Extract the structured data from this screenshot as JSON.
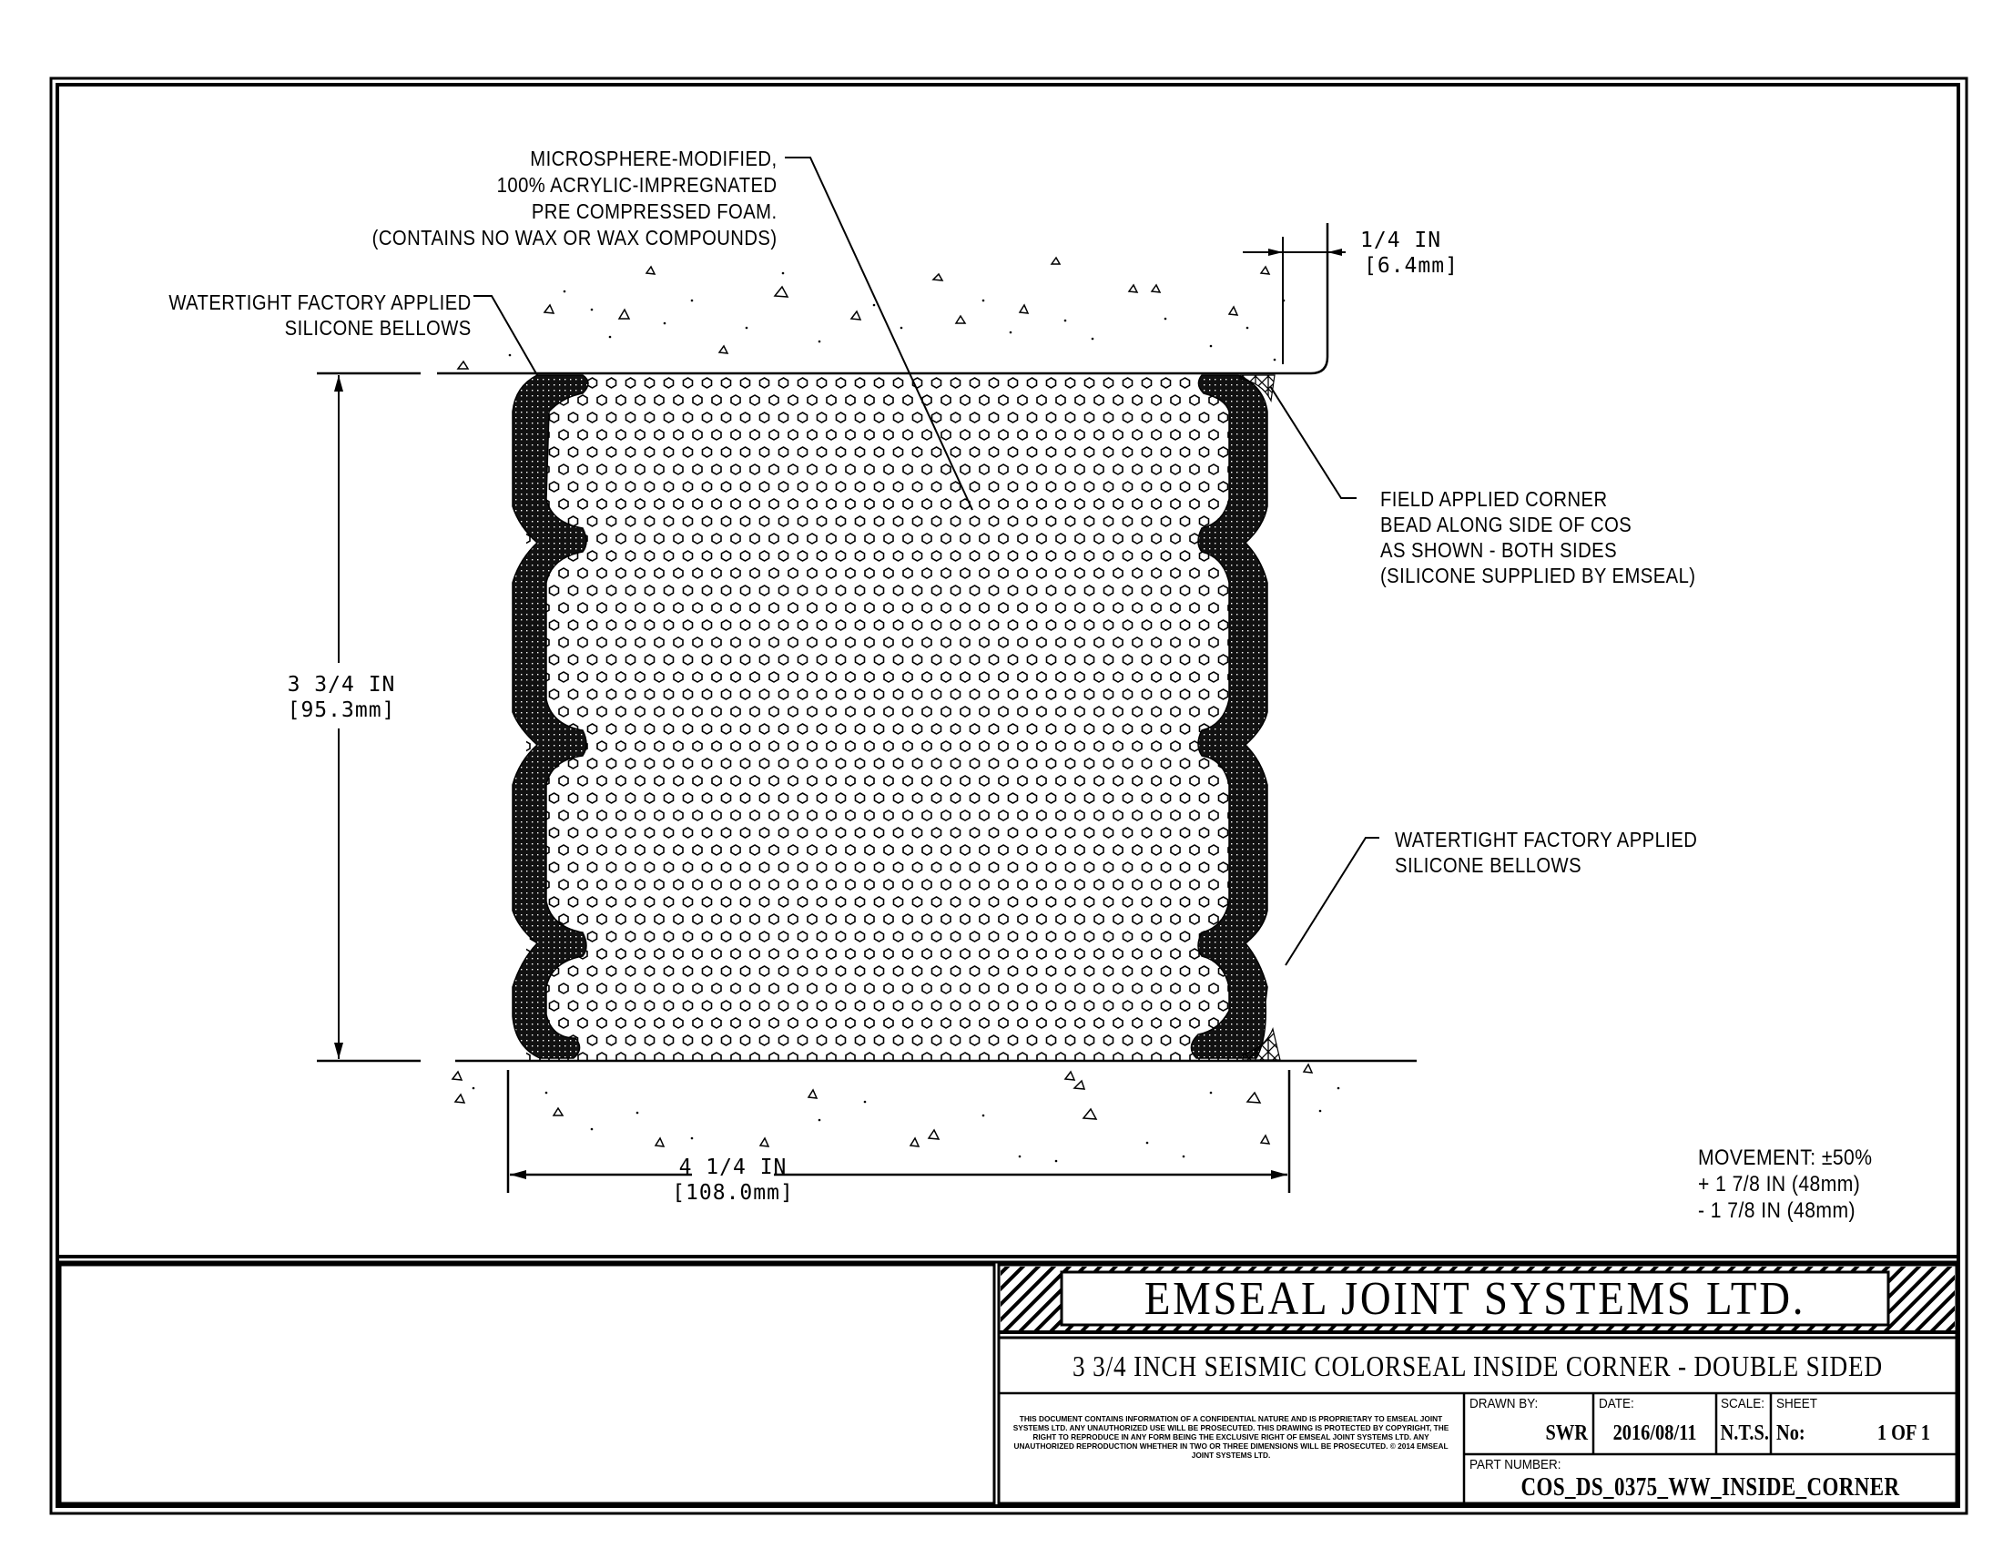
{
  "drawing": {
    "callouts": {
      "foam": [
        "MICROSPHERE-MODIFIED,",
        "100% ACRYLIC-IMPREGNATED",
        "PRE COMPRESSED FOAM.",
        "(CONTAINS NO WAX OR WAX COMPOUNDS)"
      ],
      "bellows_top_left": [
        "WATERTIGHT FACTORY APPLIED",
        "SILICONE BELLOWS"
      ],
      "corner_bead": [
        "FIELD APPLIED CORNER",
        "BEAD ALONG SIDE OF COS",
        "AS SHOWN - BOTH SIDES",
        "(SILICONE SUPPLIED BY EMSEAL)"
      ],
      "bellows_right": [
        "WATERTIGHT FACTORY APPLIED",
        "SILICONE BELLOWS"
      ]
    },
    "dimensions": {
      "height": {
        "imperial": "3 3/4 IN",
        "metric": "[95.3mm]"
      },
      "width": {
        "imperial": "4 1/4 IN",
        "metric": "[108.0mm]"
      },
      "bead": {
        "imperial": "1/4 IN",
        "metric": "[6.4mm]"
      }
    },
    "movement": {
      "title": "MOVEMENT: ±50%",
      "plus": "+ 1 7/8 IN (48mm)",
      "minus": "- 1 7/8 IN (48mm)"
    }
  },
  "title_block": {
    "company": "EMSEAL JOINT SYSTEMS LTD.",
    "title": "3 3/4 INCH SEISMIC COLORSEAL INSIDE CORNER - DOUBLE SIDED",
    "disclaimer": "THIS DOCUMENT CONTAINS INFORMATION OF A CONFIDENTIAL NATURE AND IS PROPRIETARY TO EMSEAL JOINT SYSTEMS LTD. ANY UNAUTHORIZED USE WILL BE PROSECUTED. THIS DRAWING IS PROTECTED BY COPYRIGHT, THE RIGHT TO REPRODUCE IN ANY FORM BEING THE EXCLUSIVE RIGHT OF EMSEAL JOINT SYSTEMS LTD. ANY UNAUTHORIZED REPRODUCTION WHETHER IN TWO OR THREE DIMENSIONS WILL BE PROSECUTED. © 2014 EMSEAL JOINT SYSTEMS LTD.",
    "drawn_by_label": "DRAWN BY:",
    "drawn_by": "SWR",
    "date_label": "DATE:",
    "date": "2016/08/11",
    "scale_label": "SCALE:",
    "scale": "N.T.S.",
    "sheet_label": "SHEET",
    "sheet_no_label": "No:",
    "sheet": "1 OF 1",
    "part_number_label": "PART NUMBER:",
    "part_number": "COS_DS_0375_WW_INSIDE_CORNER"
  }
}
